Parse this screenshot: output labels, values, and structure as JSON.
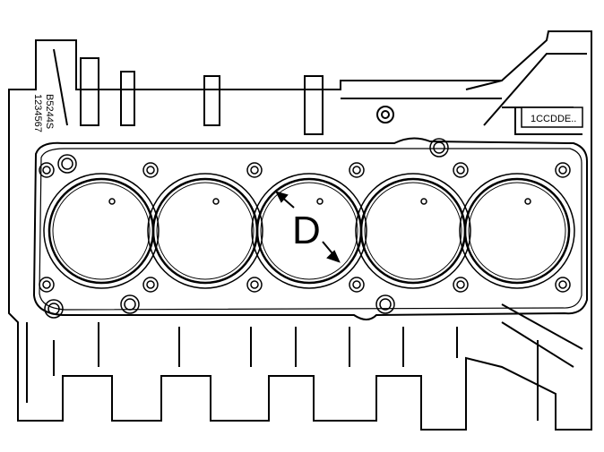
{
  "diagram": {
    "engine_code": "B5244S",
    "serial_number": "1234567",
    "stamp_code": "1CCDDE..",
    "dimension_label": "D",
    "colors": {
      "line": "#000000",
      "background": "#ffffff"
    }
  }
}
